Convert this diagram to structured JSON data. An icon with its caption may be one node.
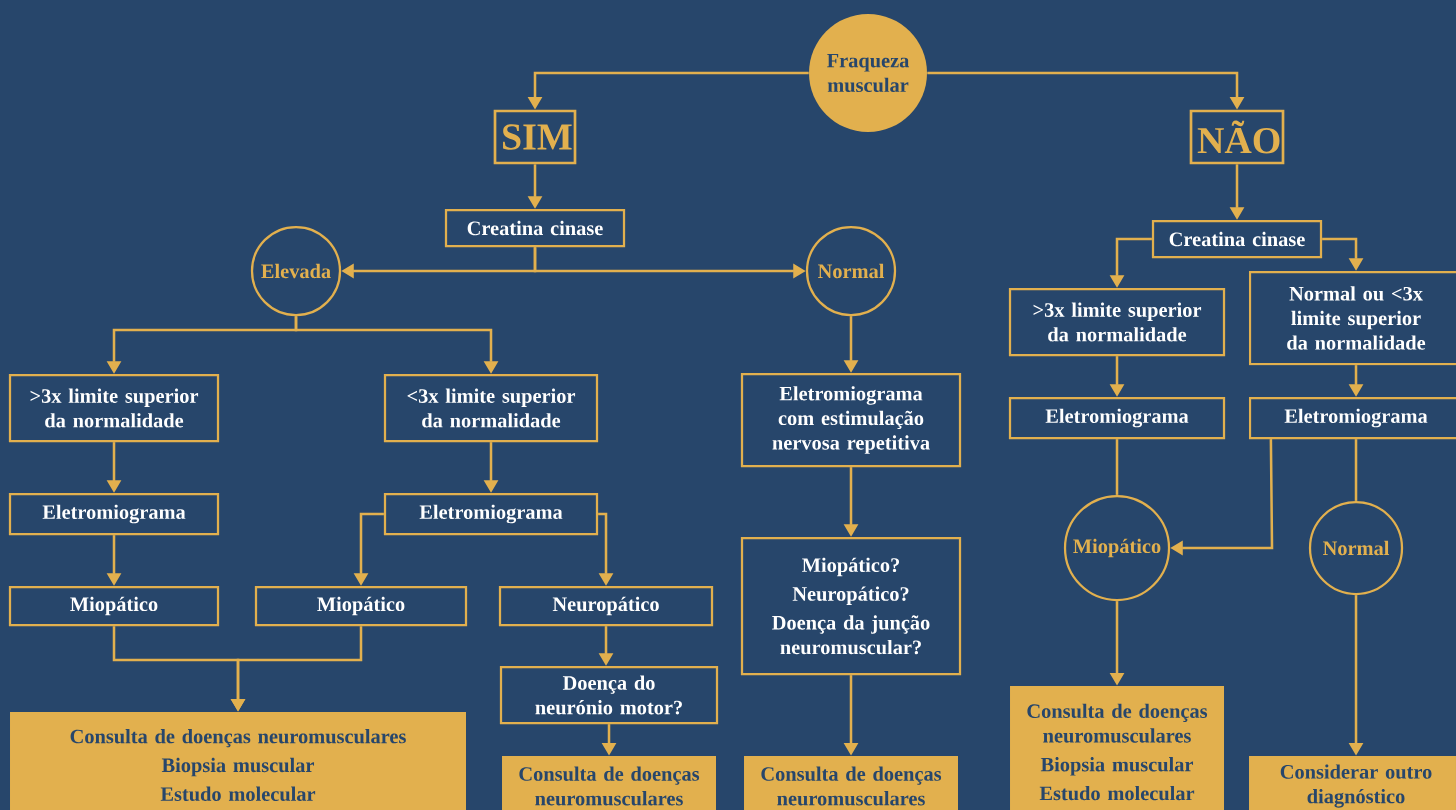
{
  "diagram": {
    "nodes": [
      {
        "text": [
          "Fraqueza muscular"
        ]
      },
      {
        "text": [
          "SIM"
        ]
      },
      {
        "text": [
          "NÃO"
        ]
      },
      {
        "text": [
          "Creatina cinase"
        ]
      },
      {
        "text": [
          "Elevada"
        ]
      },
      {
        "text": [
          "Normal"
        ]
      },
      {
        "text": [
          ">3x limite superior da normalidade"
        ]
      },
      {
        "text": [
          "<3x limite superior da normalidade"
        ]
      },
      {
        "text": [
          "Eletromiograma"
        ]
      },
      {
        "text": [
          "Eletromiograma"
        ]
      },
      {
        "text": [
          "Miopático"
        ]
      },
      {
        "text": [
          "Miopático"
        ]
      },
      {
        "text": [
          "Neuropático"
        ]
      },
      {
        "text": [
          "Doença do neurónio motor?"
        ]
      },
      {
        "text": [
          "Consulta de doenças neuromusculares",
          "Biopsia muscular",
          "Estudo molecular"
        ]
      },
      {
        "text": [
          "Consulta de doenças neuromusculares"
        ]
      },
      {
        "text": [
          "Eletromiograma com estimulação nervosa repetitiva"
        ]
      },
      {
        "text": [
          "Miopático?",
          "Neuropático?",
          "Doença da junção neuromuscular?"
        ]
      },
      {
        "text": [
          "Consulta de doenças neuromusculares"
        ]
      },
      {
        "text": [
          "Creatina cinase"
        ]
      },
      {
        "text": [
          ">3x limite superior da normalidade"
        ]
      },
      {
        "text": [
          "Normal ou <3x limite superior da normalidade"
        ]
      },
      {
        "text": [
          "Eletromiograma"
        ]
      },
      {
        "text": [
          "Eletromiograma"
        ]
      },
      {
        "text": [
          "Miopático"
        ]
      },
      {
        "text": [
          "Normal"
        ]
      },
      {
        "text": [
          "Consulta de doenças neuromusculares",
          "Biopsia muscular",
          "Estudo molecular"
        ]
      },
      {
        "text": [
          "Considerar outro diagnóstico"
        ]
      }
    ],
    "edges": [
      {
        "from": 0,
        "to": 1,
        "arrow": "to"
      },
      {
        "from": 0,
        "to": 2,
        "arrow": "to"
      },
      {
        "from": 1,
        "to": 3,
        "arrow": "to"
      },
      {
        "from": 3,
        "to": 4,
        "arrow": "to"
      },
      {
        "from": 3,
        "to": 5,
        "arrow": "to"
      },
      {
        "from": 4,
        "to": 6,
        "arrow": "to"
      },
      {
        "from": 4,
        "to": 7,
        "arrow": "to"
      },
      {
        "from": 6,
        "to": 8,
        "arrow": "to"
      },
      {
        "from": 7,
        "to": 9,
        "arrow": "to"
      },
      {
        "from": 8,
        "to": 10,
        "arrow": "to"
      },
      {
        "from": 9,
        "to": 11,
        "arrow": "to"
      },
      {
        "from": 9,
        "to": 12,
        "arrow": "to"
      },
      {
        "from": 10,
        "to": 14,
        "arrow": "to"
      },
      {
        "from": 11,
        "to": 14,
        "arrow": "to"
      },
      {
        "from": 12,
        "to": 13,
        "arrow": "to"
      },
      {
        "from": 13,
        "to": 15,
        "arrow": "to"
      },
      {
        "from": 5,
        "to": 16,
        "arrow": "to"
      },
      {
        "from": 16,
        "to": 17,
        "arrow": "to"
      },
      {
        "from": 17,
        "to": 18,
        "arrow": "to"
      },
      {
        "from": 2,
        "to": 19,
        "arrow": "to"
      },
      {
        "from": 19,
        "to": 20,
        "arrow": "to"
      },
      {
        "from": 19,
        "to": 21,
        "arrow": "to"
      },
      {
        "from": 20,
        "to": 22,
        "arrow": "to"
      },
      {
        "from": 21,
        "to": 23,
        "arrow": "to"
      },
      {
        "from": 22,
        "to": 24,
        "arrow": "none"
      },
      {
        "from": 23,
        "to": 24,
        "arrow": "to"
      },
      {
        "from": 23,
        "to": 25,
        "arrow": "none"
      },
      {
        "from": 24,
        "to": 26,
        "arrow": "to"
      },
      {
        "from": 25,
        "to": 27,
        "arrow": "to"
      }
    ]
  }
}
